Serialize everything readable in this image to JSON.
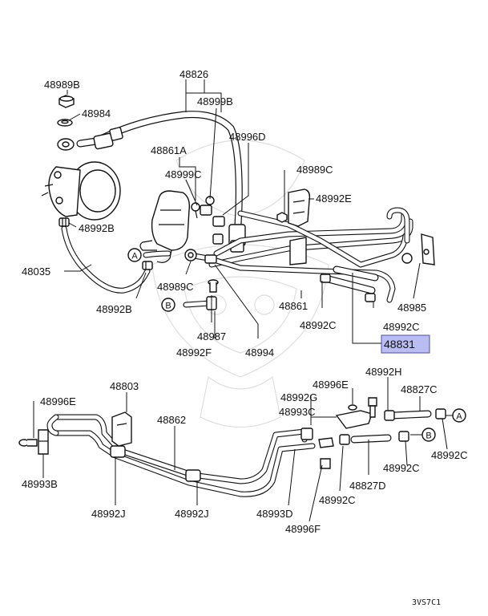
{
  "diagram": {
    "labels": {
      "l48989B": "48989B",
      "l48984": "48984",
      "l48826": "48826",
      "l48999B": "48999B",
      "l48996D": "48996D",
      "l48861A": "48861A",
      "l48999C": "48999C",
      "l48989C_top": "48989C",
      "l48992E": "48992E",
      "l48992B_top": "48992B",
      "l48035": "48035",
      "l48992B_bot": "48992B",
      "l48989C_mid": "48989C",
      "l48861": "48861",
      "l48985": "48985",
      "l48992C_a": "48992C",
      "l48992C_b": "48992C",
      "l48831": "48831",
      "l48987": "48987",
      "l48992F": "48992F",
      "l48994": "48994",
      "l48803": "48803",
      "l48992H": "48992H",
      "l48996E_left": "48996E",
      "l48996E_right": "48996E",
      "l48827C": "48827C",
      "l48992G": "48992G",
      "l48862": "48862",
      "l48993C": "48993C",
      "l48992C_c": "48992C",
      "l48992C_d": "48992C",
      "l48993B": "48993B",
      "l48827D": "48827D",
      "l48992J_a": "48992J",
      "l48992J_b": "48992J",
      "l48993D": "48993D",
      "l48992C_e": "48992C",
      "l48996F": "48996F"
    },
    "callouts": {
      "A_top": "A",
      "B_top": "B",
      "A_bot": "A",
      "B_bot": "B"
    },
    "highlight_color": "#b9bdf2",
    "image_code": "3VS7C1"
  }
}
